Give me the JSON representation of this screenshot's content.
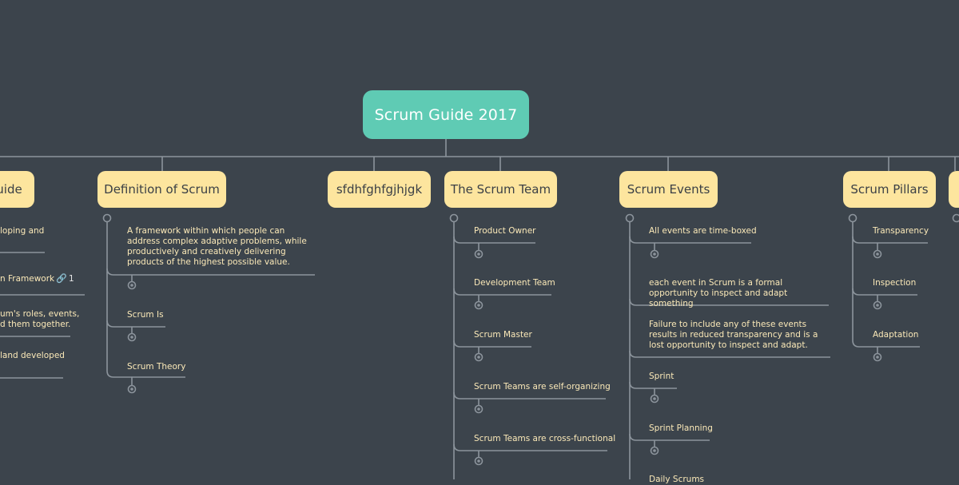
{
  "root": {
    "label": "Scrum Guide 2017"
  },
  "topics": {
    "purpose": "uide",
    "definition": "Definition of Scrum",
    "misc": "sfdhfghfgjhjgk",
    "team": "The Scrum Team",
    "events": "Scrum Events",
    "pillars": "Scrum Pillars"
  },
  "purpose_items": [
    "loping and",
    "n Framework",
    "um's roles, events,",
    "d them together.",
    "land developed"
  ],
  "purpose_link_count": "1",
  "definition_items": [
    "A framework within which people can address complex adaptive problems, while productively and creatively delivering products of the highest possible value.",
    "Scrum Is",
    "Scrum Theory"
  ],
  "team_items": [
    "Product Owner",
    "Development Team",
    "Scrum Master",
    "Scrum Teams are self-organizing",
    "Scrum Teams are cross-functional"
  ],
  "events_items": [
    "All events are time-boxed",
    "each event in Scrum is a formal opportunity to inspect and adapt something",
    "Failure to include any of these events results in reduced transparency and is a lost opportunity to inspect and adapt.",
    "Sprint",
    "Sprint Planning",
    "Daily Scrums"
  ],
  "pillars_items": [
    "Transparency",
    "Inspection",
    "Adaptation"
  ],
  "colors": {
    "background": "#3c444c",
    "root_fill": "#5fcbb4",
    "topic_fill": "#fde59e",
    "connector": "#8c949c",
    "subtopic_text": "#fbe9b8"
  }
}
